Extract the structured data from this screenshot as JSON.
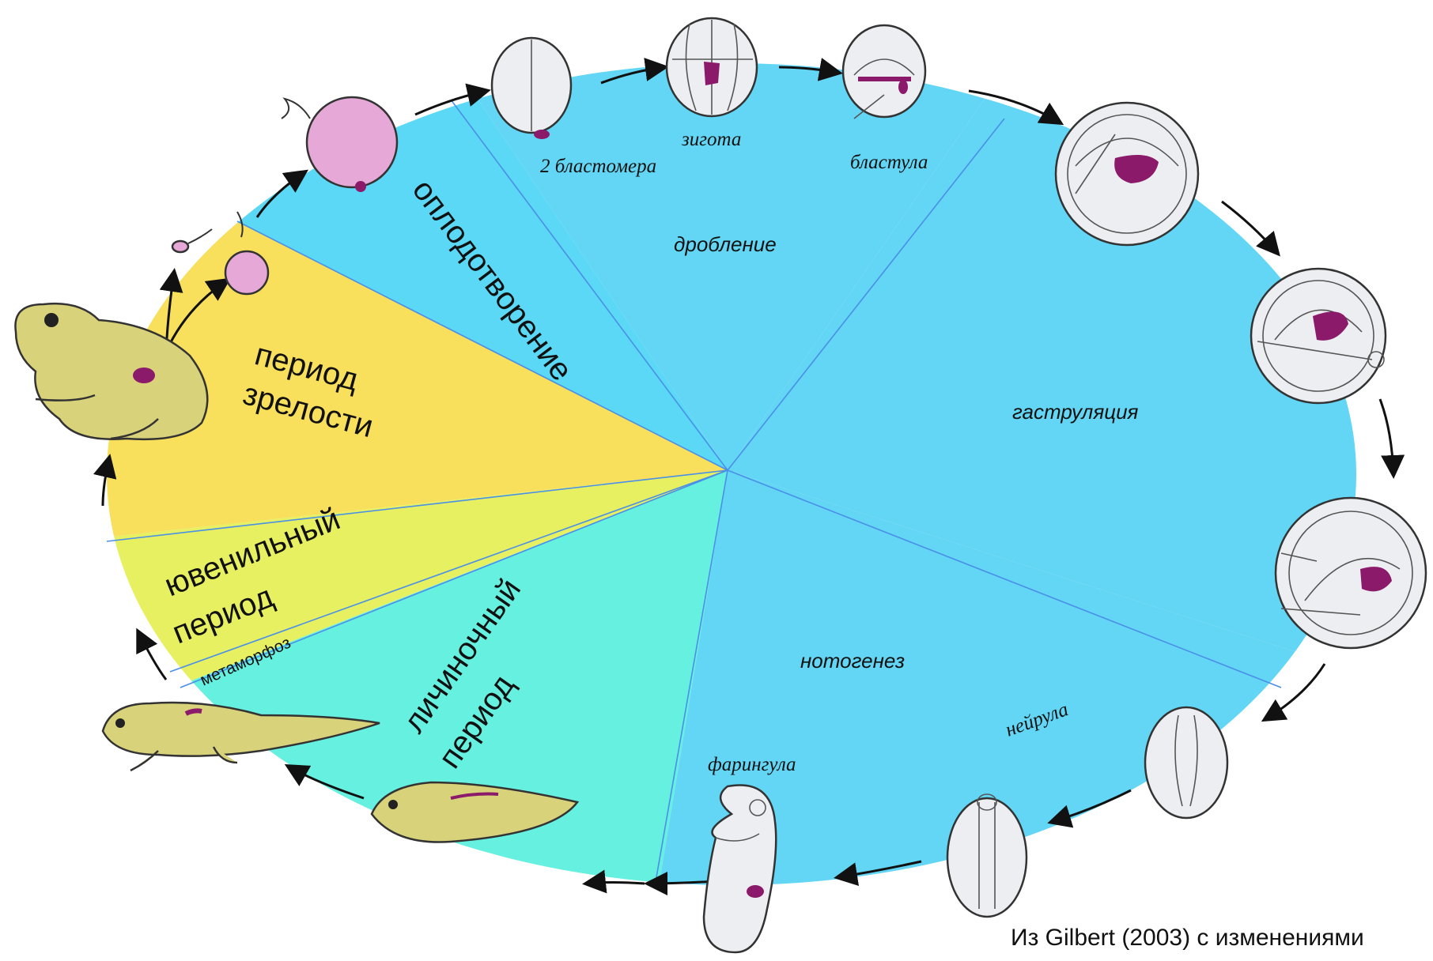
{
  "labels": {
    "fertilization": "оплодотворение",
    "maturity_1": "период",
    "maturity_2": "зрелости",
    "juvenile_1": "ювенильный",
    "juvenile_2": "период",
    "metamorphosis": "метаморфоз",
    "larval_1": "личиночный",
    "larval_2": "период",
    "cleavage": "дробление",
    "gastrulation": "гаструляция",
    "notogenesis": "нотогенез"
  },
  "stages": {
    "two_blastomeres": "2 бластомера",
    "zygote": "зигота",
    "blastula": "бластула",
    "neurula": "нейрула",
    "pharyngula": "фарингула"
  },
  "credit": "Из Gilbert (2003) с изменениями",
  "colors": {
    "fertilization_sector": "#5ad8f5",
    "cleavage_sector": "#62d6f4",
    "gastrulation_sector": "#62d6f4",
    "notogenesis_sector": "#62d6f4",
    "larval_sector": "#66f0e0",
    "juvenile_sector": "#e6f060",
    "maturity_sector": "#f8df5c",
    "embryo_spot": "#8c1a6a",
    "egg_pink": "#e6a8d7",
    "frog_body": "#d8d27a"
  }
}
